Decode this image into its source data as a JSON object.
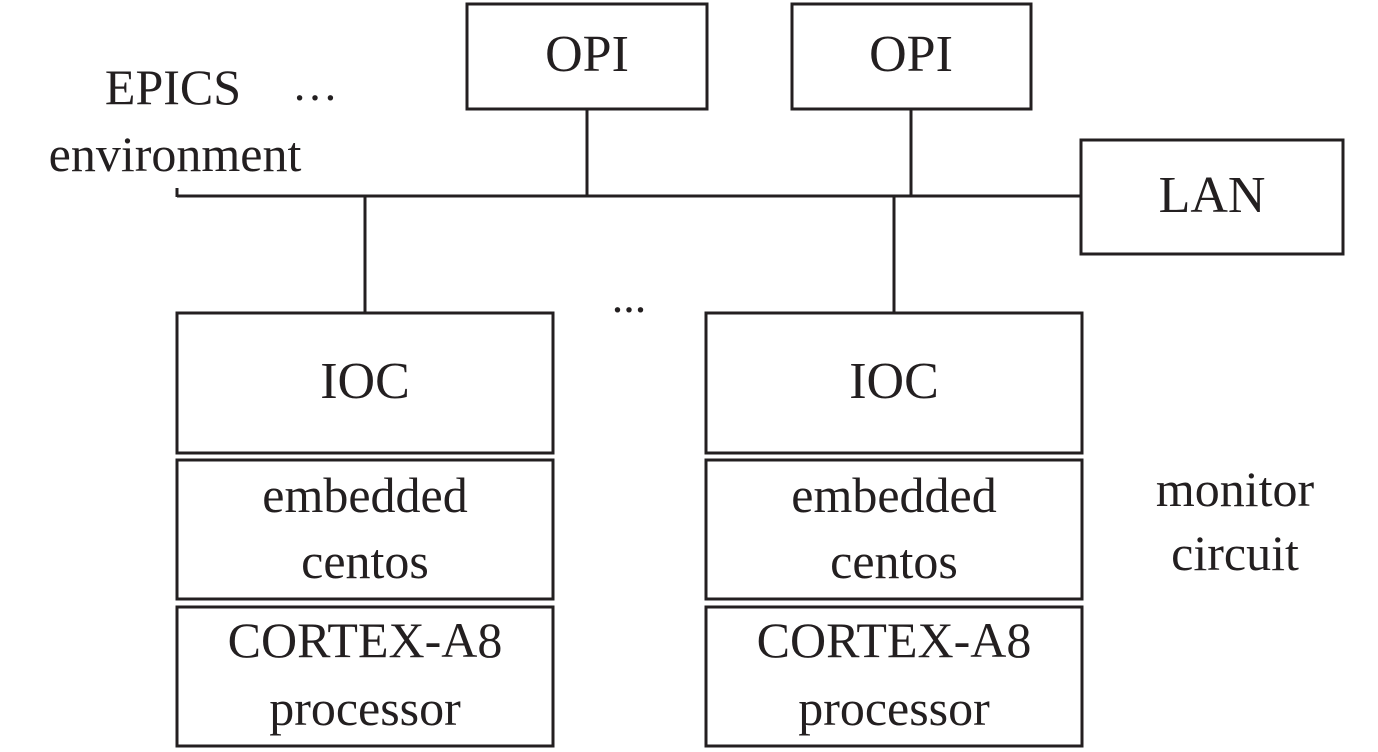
{
  "environment": {
    "line1": "EPICS",
    "line2": "environment",
    "ellipsis": "…"
  },
  "opi": [
    {
      "label": "OPI"
    },
    {
      "label": "OPI"
    }
  ],
  "lan": {
    "label": "LAN"
  },
  "ioc_ellipsis": "...",
  "nodes": [
    {
      "ioc": "IOC",
      "os_line1": "embedded",
      "os_line2": "centos",
      "cpu_line1": "CORTEX-A8",
      "cpu_line2": "processor"
    },
    {
      "ioc": "IOC",
      "os_line1": "embedded",
      "os_line2": "centos",
      "cpu_line1": "CORTEX-A8",
      "cpu_line2": "processor"
    }
  ],
  "monitor": {
    "line1": "monitor",
    "line2": "circuit"
  }
}
